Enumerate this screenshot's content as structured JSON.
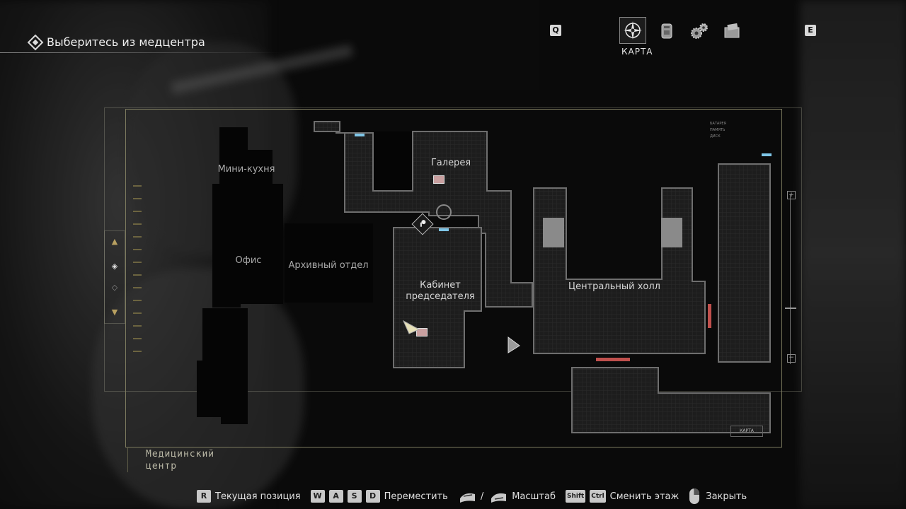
{
  "objective": {
    "text": "Выберитесь из медцентра"
  },
  "keys": {
    "prev_tab": "Q",
    "next_tab": "E"
  },
  "tabs": [
    {
      "name": "map",
      "icon": "compass-icon",
      "label": "КАРТА",
      "active": true
    },
    {
      "name": "inventory",
      "icon": "inventory-icon",
      "active": false
    },
    {
      "name": "crafting",
      "icon": "gears-icon",
      "active": false
    },
    {
      "name": "files",
      "icon": "files-icon",
      "active": false
    }
  ],
  "map": {
    "rooms": {
      "kitchenette": "Мини-кухня",
      "office": "Офис",
      "archive": "Архивный отдел",
      "gallery": "Галерея",
      "chairman_office_line1": "Кабинет",
      "chairman_office_line2": "председателя",
      "central_hall": "Центральный холл"
    },
    "location_line1": "Медицинский",
    "location_line2": "центр",
    "status_panel": {
      "battery": "БАТАРЕЯ",
      "memory": "ПАМЯТЬ",
      "disk": "ДИСК"
    },
    "corner_button": "КАРТА"
  },
  "prompts": {
    "current_pos_key": "R",
    "current_pos": "Текущая позиция",
    "move_keys": [
      "W",
      "A",
      "S",
      "D"
    ],
    "move": "Переместить",
    "zoom_sep": "/",
    "zoom": "Масштаб",
    "floor_keys": [
      "Shift",
      "Ctrl"
    ],
    "floor": "Сменить этаж",
    "close": "Закрыть"
  },
  "colors": {
    "accent": "#b8a060",
    "wall": "#6e6e6e",
    "door_blue": "#7fc6e8",
    "door_red": "#c0504d"
  }
}
